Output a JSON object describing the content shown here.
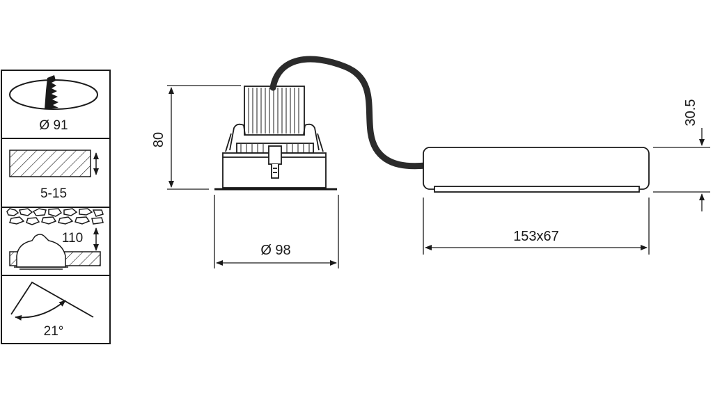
{
  "legend": {
    "cutout_label": "Ø 91",
    "ceiling_thickness_label": "5-15",
    "recess_depth_label": "110",
    "tilt_angle_label": "21°"
  },
  "fixture": {
    "height_label": "80",
    "diameter_label": "Ø 98"
  },
  "driver": {
    "size_label": "153x67",
    "height_label": "30.5"
  },
  "colors": {
    "stroke": "#1a1a1a",
    "cable": "#2b2b2b",
    "background": "#ffffff"
  }
}
